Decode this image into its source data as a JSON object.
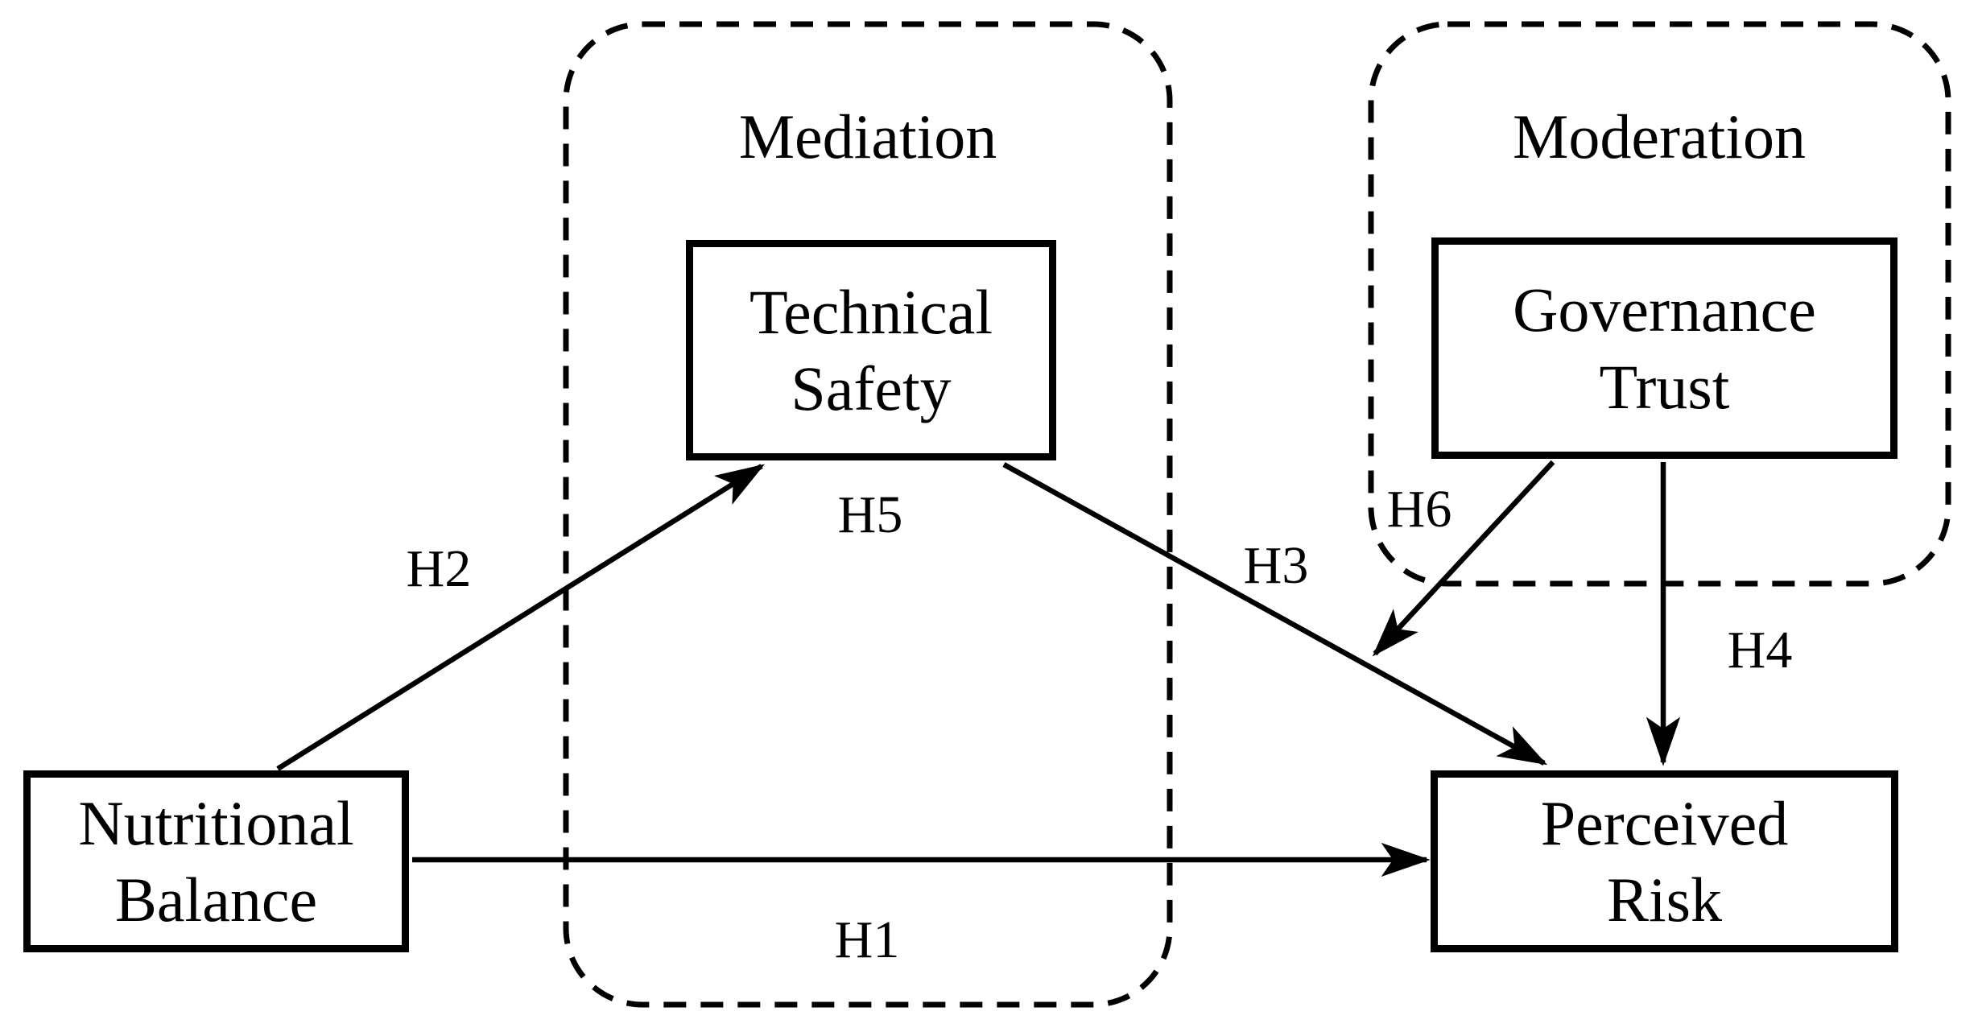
{
  "figure": {
    "type": "path-model-diagram",
    "background_color": "#ffffff",
    "line_color": "#000000"
  },
  "regions": {
    "mediation": {
      "label": "Mediation"
    },
    "moderation": {
      "label": "Moderation"
    }
  },
  "constructs": {
    "nutritional_balance": {
      "label": "Nutritional\nBalance"
    },
    "technical_safety": {
      "label": "Technical\nSafety"
    },
    "governance_trust": {
      "label": "Governance\nTrust"
    },
    "perceived_risk": {
      "label": "Perceived\nRisk"
    }
  },
  "hypotheses": {
    "h1": {
      "label": "H1",
      "from": "Nutritional Balance",
      "to": "Perceived Risk"
    },
    "h2": {
      "label": "H2",
      "from": "Nutritional Balance",
      "to": "Technical Safety"
    },
    "h3": {
      "label": "H3",
      "from": "Technical Safety",
      "to": "Perceived Risk"
    },
    "h4": {
      "label": "H4",
      "from": "Governance Trust",
      "to": "Perceived Risk"
    },
    "h5": {
      "label": "H5",
      "from": "Nutritional Balance",
      "to": "Perceived Risk",
      "via": "Technical Safety"
    },
    "h6": {
      "label": "H6",
      "from": "Governance Trust",
      "to": "Technical Safety → Perceived Risk path"
    }
  }
}
